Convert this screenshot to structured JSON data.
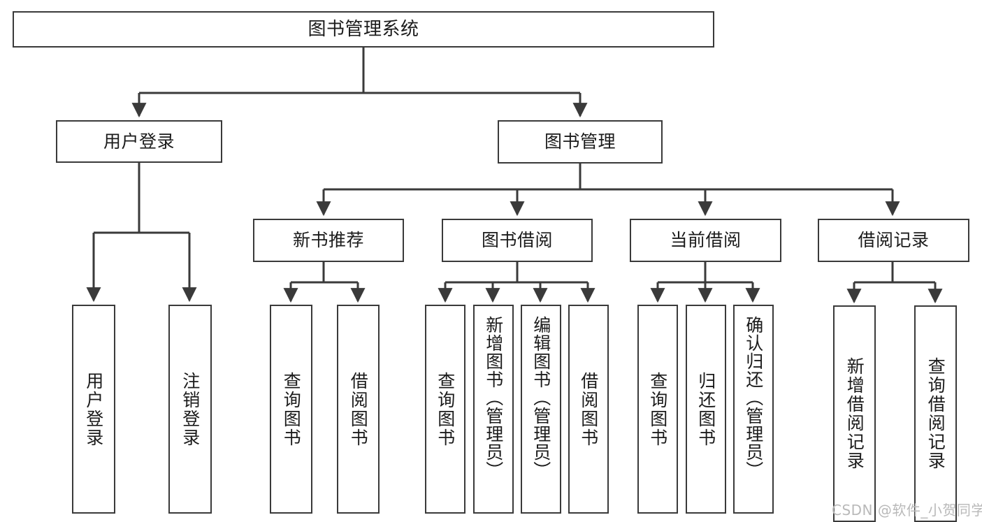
{
  "diagram": {
    "type": "tree",
    "title": "图书管理系统",
    "orientation": "top-down",
    "stroke_color": "#3a3a3a",
    "background_color": "#ffffff",
    "text_color": "#1b1b1b",
    "nodes": {
      "root": {
        "label": "图书管理系统",
        "level": 0
      },
      "user_login": {
        "label": "用户登录",
        "level": 1
      },
      "book_manage": {
        "label": "图书管理",
        "level": 1
      },
      "new_book_rec": {
        "label": "新书推荐",
        "level": 2
      },
      "book_borrow": {
        "label": "图书借阅",
        "level": 2
      },
      "current_borrow": {
        "label": "当前借阅",
        "level": 2
      },
      "borrow_record": {
        "label": "借阅记录",
        "level": 2
      },
      "leaf_user_login": {
        "label": "用户登录",
        "level": 2
      },
      "leaf_user_logout": {
        "label": "注销登录",
        "level": 2
      },
      "leaf_query_book_1": {
        "label": "查询图书",
        "level": 3
      },
      "leaf_borrow_book_1": {
        "label": "借阅图书",
        "level": 3
      },
      "leaf_query_book_2": {
        "label": "查询图书",
        "level": 3
      },
      "leaf_add_book": {
        "label": "新增图书（管理员）",
        "level": 3
      },
      "leaf_edit_book": {
        "label": "编辑图书（管理员）",
        "level": 3
      },
      "leaf_borrow_book_2": {
        "label": "借阅图书",
        "level": 3
      },
      "leaf_query_book_3": {
        "label": "查询图书",
        "level": 3
      },
      "leaf_return_book": {
        "label": "归还图书",
        "level": 3
      },
      "leaf_confirm_return": {
        "label": "确认归还（管理员）",
        "level": 3
      },
      "leaf_add_record": {
        "label": "新增借阅记录",
        "level": 3
      },
      "leaf_query_record": {
        "label": "查询借阅记录",
        "level": 3
      }
    },
    "edges": [
      {
        "from": "root",
        "to": "user_login"
      },
      {
        "from": "root",
        "to": "book_manage"
      },
      {
        "from": "user_login",
        "to": "leaf_user_login"
      },
      {
        "from": "user_login",
        "to": "leaf_user_logout"
      },
      {
        "from": "book_manage",
        "to": "new_book_rec"
      },
      {
        "from": "book_manage",
        "to": "book_borrow"
      },
      {
        "from": "book_manage",
        "to": "current_borrow"
      },
      {
        "from": "book_manage",
        "to": "borrow_record"
      },
      {
        "from": "new_book_rec",
        "to": "leaf_query_book_1"
      },
      {
        "from": "new_book_rec",
        "to": "leaf_borrow_book_1"
      },
      {
        "from": "book_borrow",
        "to": "leaf_query_book_2"
      },
      {
        "from": "book_borrow",
        "to": "leaf_add_book"
      },
      {
        "from": "book_borrow",
        "to": "leaf_edit_book"
      },
      {
        "from": "book_borrow",
        "to": "leaf_borrow_book_2"
      },
      {
        "from": "current_borrow",
        "to": "leaf_query_book_3"
      },
      {
        "from": "current_borrow",
        "to": "leaf_return_book"
      },
      {
        "from": "current_borrow",
        "to": "leaf_confirm_return"
      },
      {
        "from": "borrow_record",
        "to": "leaf_add_record"
      },
      {
        "from": "borrow_record",
        "to": "leaf_query_record"
      }
    ]
  },
  "watermark": {
    "text": "CSDN @软件_小贺同学"
  }
}
